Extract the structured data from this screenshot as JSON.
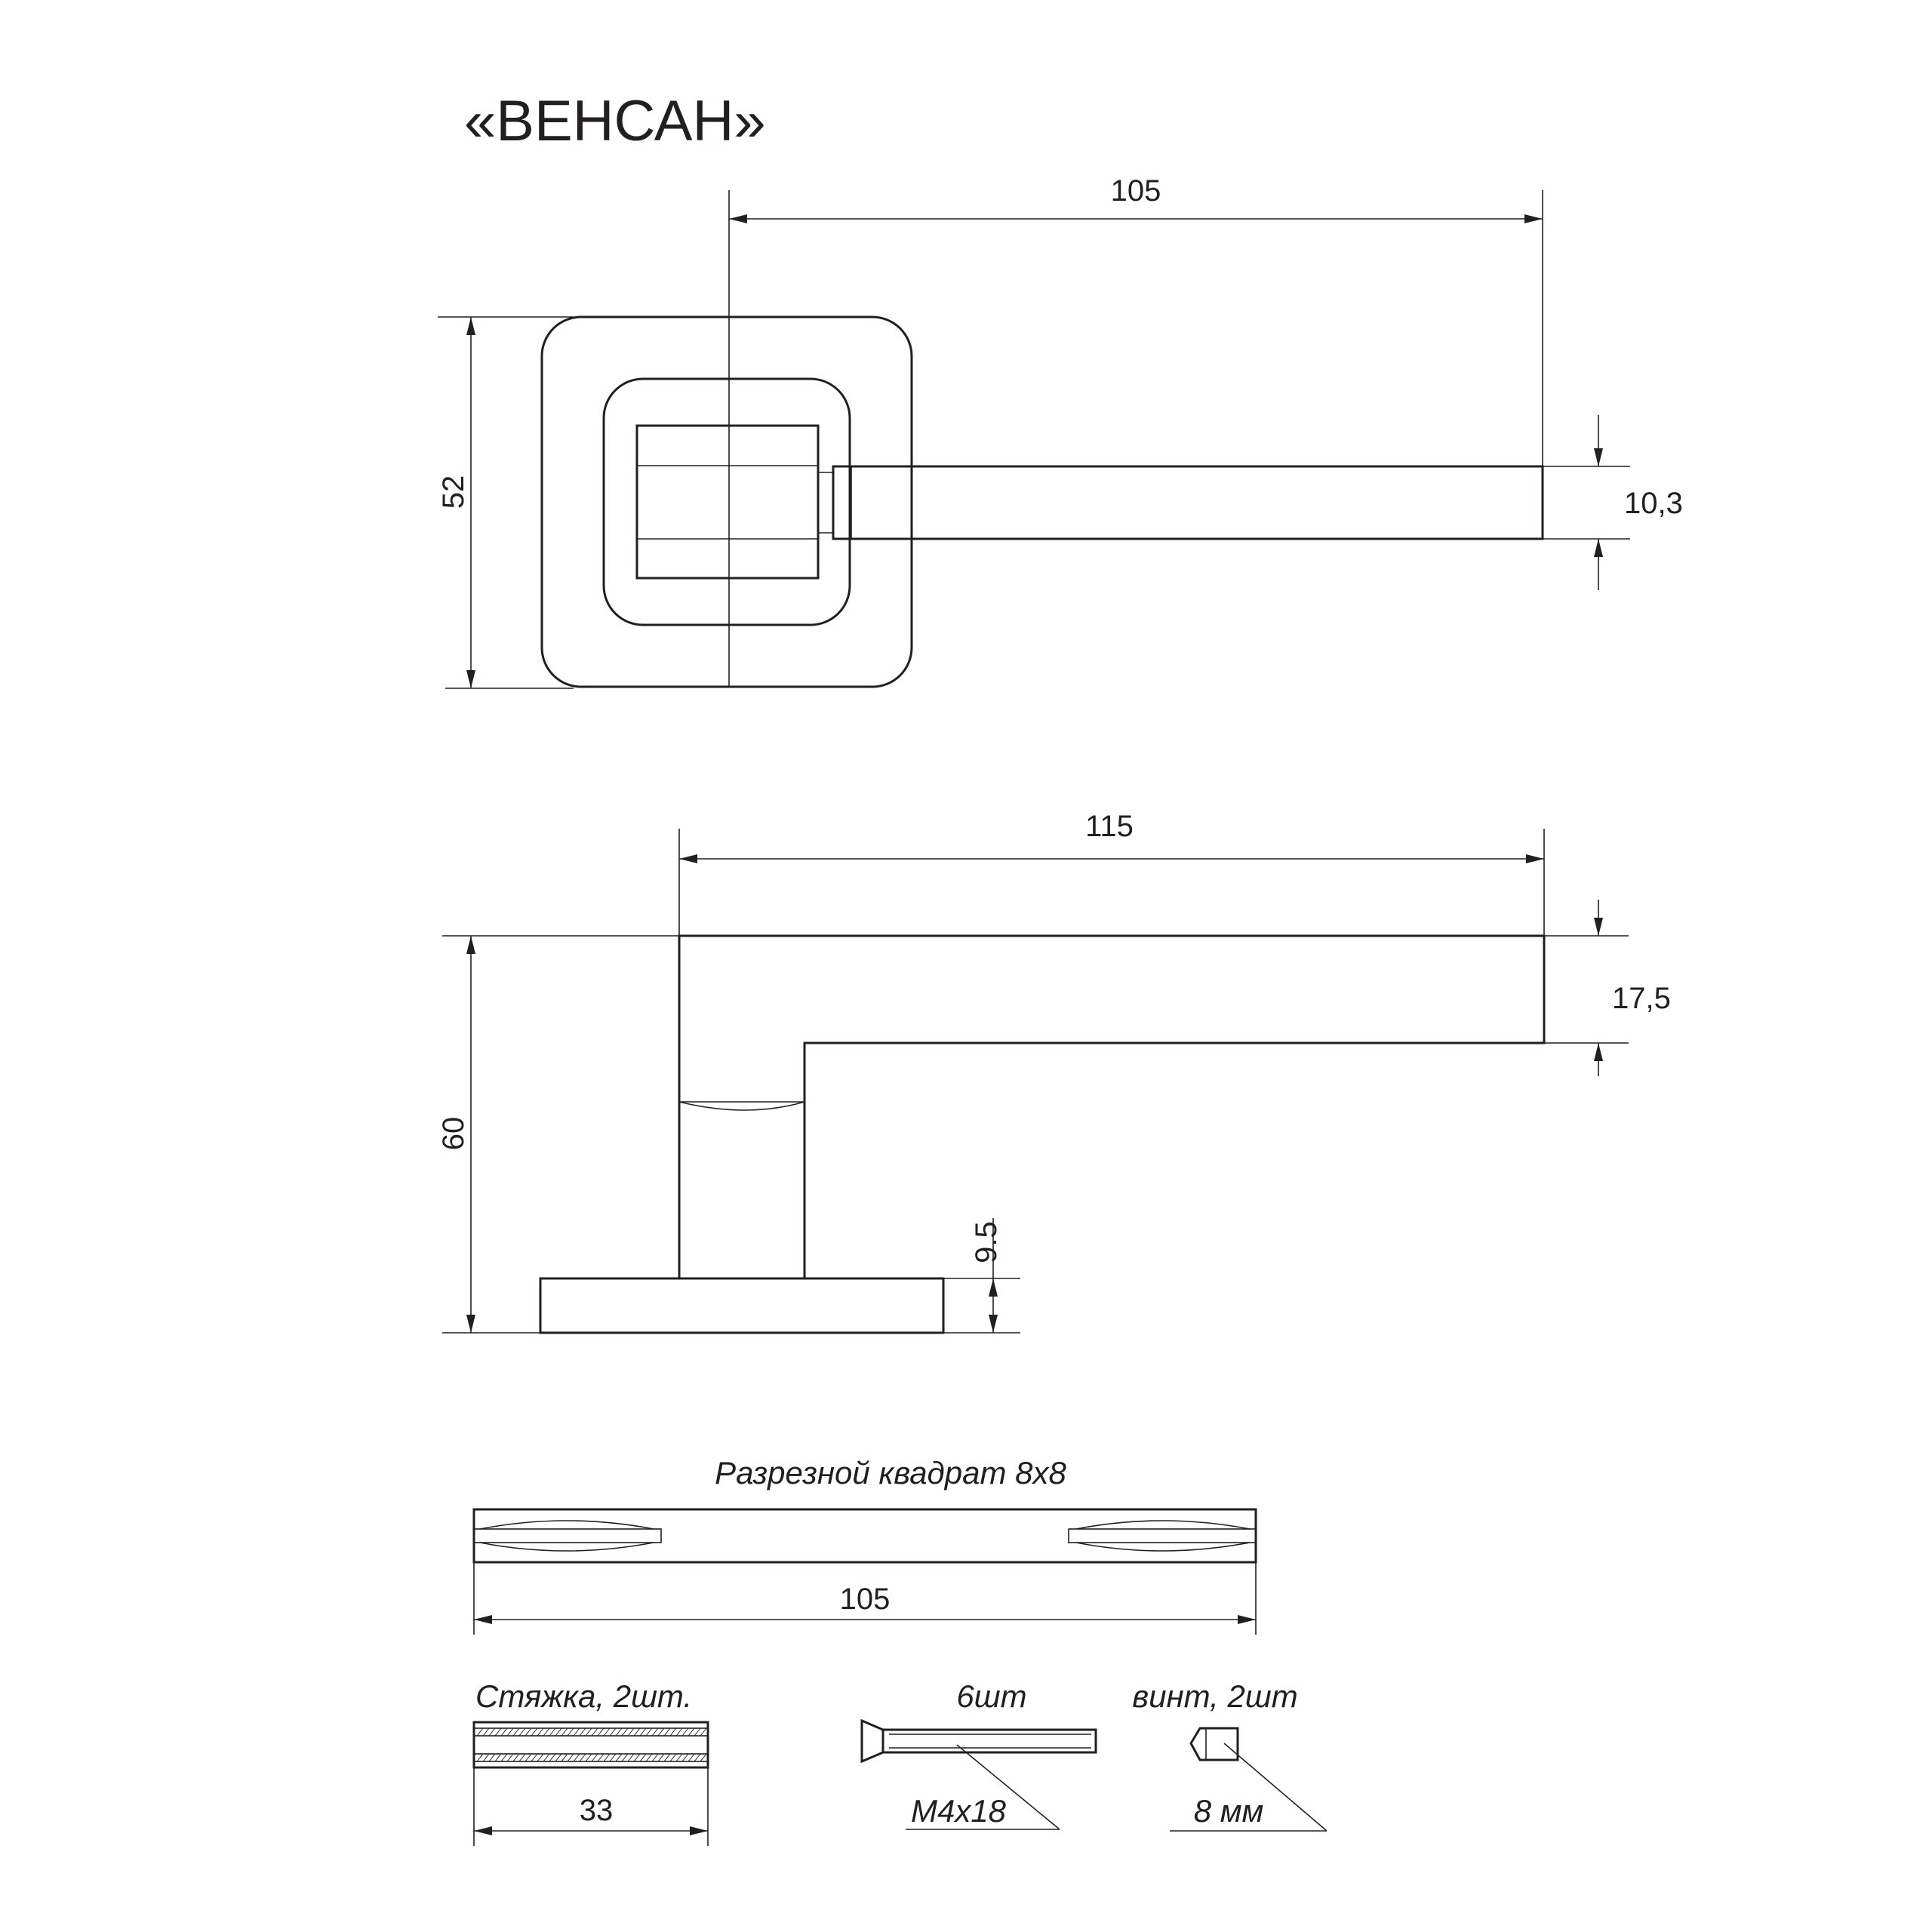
{
  "title": "«ВЕНСАН»",
  "top_view": {
    "dim_length": "105",
    "dim_height": "52",
    "dim_bar": "10,3"
  },
  "side_view": {
    "dim_length": "115",
    "dim_height": "60",
    "dim_lever": "17,5",
    "dim_base": "9.5"
  },
  "spindle": {
    "label": "Разрезной квадрат 8х8",
    "dim_length": "105"
  },
  "parts": {
    "tie_label": "Стяжка, 2шт.",
    "tie_dim": "33",
    "bolt_label": "6шт",
    "bolt_size": "M4x18",
    "screw_label": "винт, 2шт",
    "screw_size": "8 мм"
  }
}
